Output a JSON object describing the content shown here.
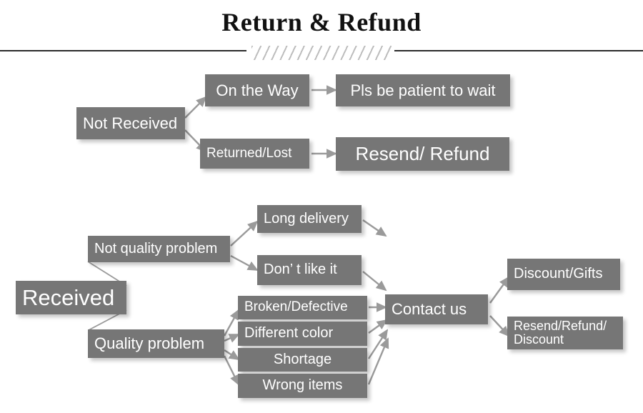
{
  "header": {
    "title": "Return & Refund",
    "divider_icon": "hatched-divider"
  },
  "diagram": {
    "type": "flowchart",
    "palette": {
      "box_fill": "#767676",
      "box_text": "#ffffff",
      "arrow": "#9a9a9a",
      "title_text": "#111111",
      "rule": "#2b2b2b",
      "hatch": "#bdbdbd",
      "background": "#ffffff"
    },
    "nodes": {
      "not_received": "Not Received",
      "on_the_way": "On the Way",
      "returned_lost": "Returned/Lost",
      "pls_wait": "Pls be patient to wait",
      "resend_refund": "Resend/ Refund",
      "received": "Received",
      "not_quality_problem": "Not quality problem",
      "quality_problem": "Quality problem",
      "long_delivery": "Long delivery",
      "dont_like_it": "Don’  t like it",
      "broken_defective": "Broken/Defective",
      "different_color": "Different color",
      "shortage": "Shortage",
      "wrong_items": "Wrong items",
      "contact_us": "Contact us",
      "discount_gifts": "Discount/Gifts",
      "resend_refund_discount": "Resend/Refund/\nDiscount"
    },
    "edges": [
      {
        "from": "not_received",
        "to": "on_the_way"
      },
      {
        "from": "not_received",
        "to": "returned_lost"
      },
      {
        "from": "on_the_way",
        "to": "pls_wait"
      },
      {
        "from": "returned_lost",
        "to": "resend_refund"
      },
      {
        "from": "received",
        "to": "not_quality_problem"
      },
      {
        "from": "received",
        "to": "quality_problem"
      },
      {
        "from": "not_quality_problem",
        "to": "long_delivery"
      },
      {
        "from": "not_quality_problem",
        "to": "dont_like_it"
      },
      {
        "from": "quality_problem",
        "to": "broken_defective"
      },
      {
        "from": "quality_problem",
        "to": "different_color"
      },
      {
        "from": "quality_problem",
        "to": "shortage"
      },
      {
        "from": "quality_problem",
        "to": "wrong_items"
      },
      {
        "from": "long_delivery",
        "to": "contact_us"
      },
      {
        "from": "dont_like_it",
        "to": "contact_us"
      },
      {
        "from": "broken_defective",
        "to": "contact_us"
      },
      {
        "from": "different_color",
        "to": "contact_us"
      },
      {
        "from": "shortage",
        "to": "contact_us"
      },
      {
        "from": "wrong_items",
        "to": "contact_us"
      },
      {
        "from": "contact_us",
        "to": "discount_gifts"
      },
      {
        "from": "contact_us",
        "to": "resend_refund_discount"
      }
    ]
  }
}
